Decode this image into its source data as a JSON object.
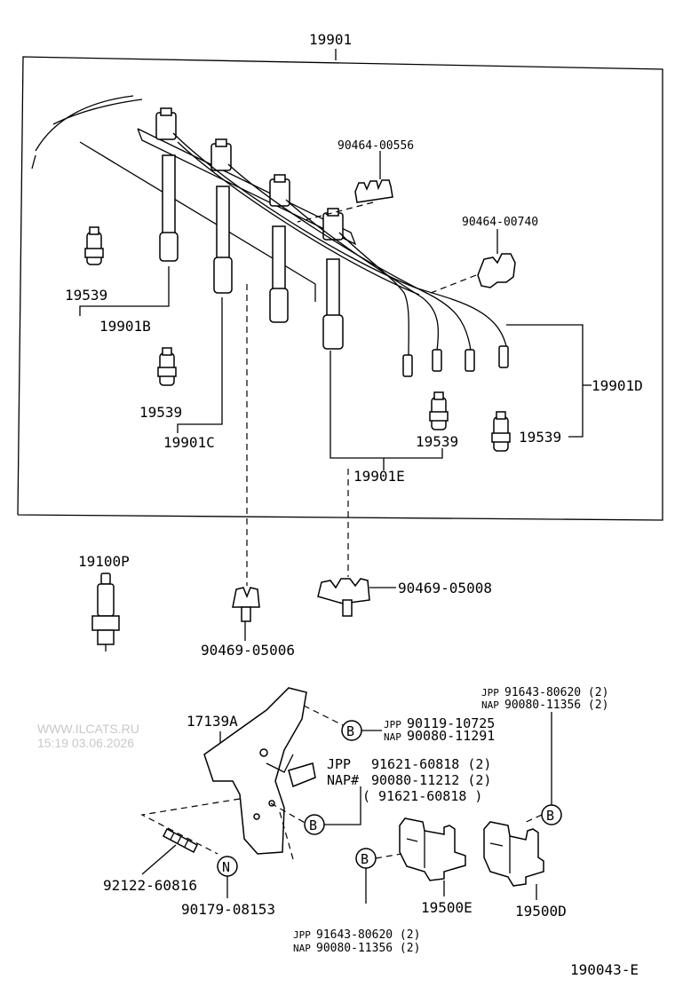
{
  "labels": {
    "assembly_top": "19901",
    "clamp_a": "90464-00556",
    "clamp_b": "90464-00740",
    "cord_b": "19901B",
    "cord_c": "19901C",
    "cord_d": "19901D",
    "cord_e": "19901E",
    "cap": "19539",
    "spark_plug": "19100P",
    "clamp_c": "90469-05008",
    "clamp_d": "90469-05006",
    "bracket": "17139A",
    "stud": "92122-60816",
    "nut": "90179-08153",
    "coil_e": "19500E",
    "coil_d": "19500D",
    "page_code": "190043-E"
  },
  "bolt_b_top": {
    "jpp_tag": "JPP",
    "jpp_num": "90119-10725",
    "nap_tag": "NAP",
    "nap_num": "90080-11291"
  },
  "bolt_b_mid": {
    "jpp_tag": "JPP",
    "jpp_num": "91621-60818 (2)",
    "nap_tag": "NAP#",
    "nap_num": "90080-11212 (2)",
    "alt": "( 91621-60818 )"
  },
  "bolt_b_coil_d": {
    "jpp_tag": "JPP",
    "jpp_num": "91643-80620 (2)",
    "nap_tag": "NAP",
    "nap_num": "90080-11356 (2)"
  },
  "bolt_b_coil_e": {
    "jpp_tag": "JPP",
    "jpp_num": "91643-80620 (2)",
    "nap_tag": "NAP",
    "nap_num": "90080-11356 (2)"
  },
  "callouts": {
    "b": "B",
    "n": "N"
  },
  "watermark": {
    "site": "WWW.ILCATS.RU",
    "timestamp": "15:19 03.06.2026"
  }
}
